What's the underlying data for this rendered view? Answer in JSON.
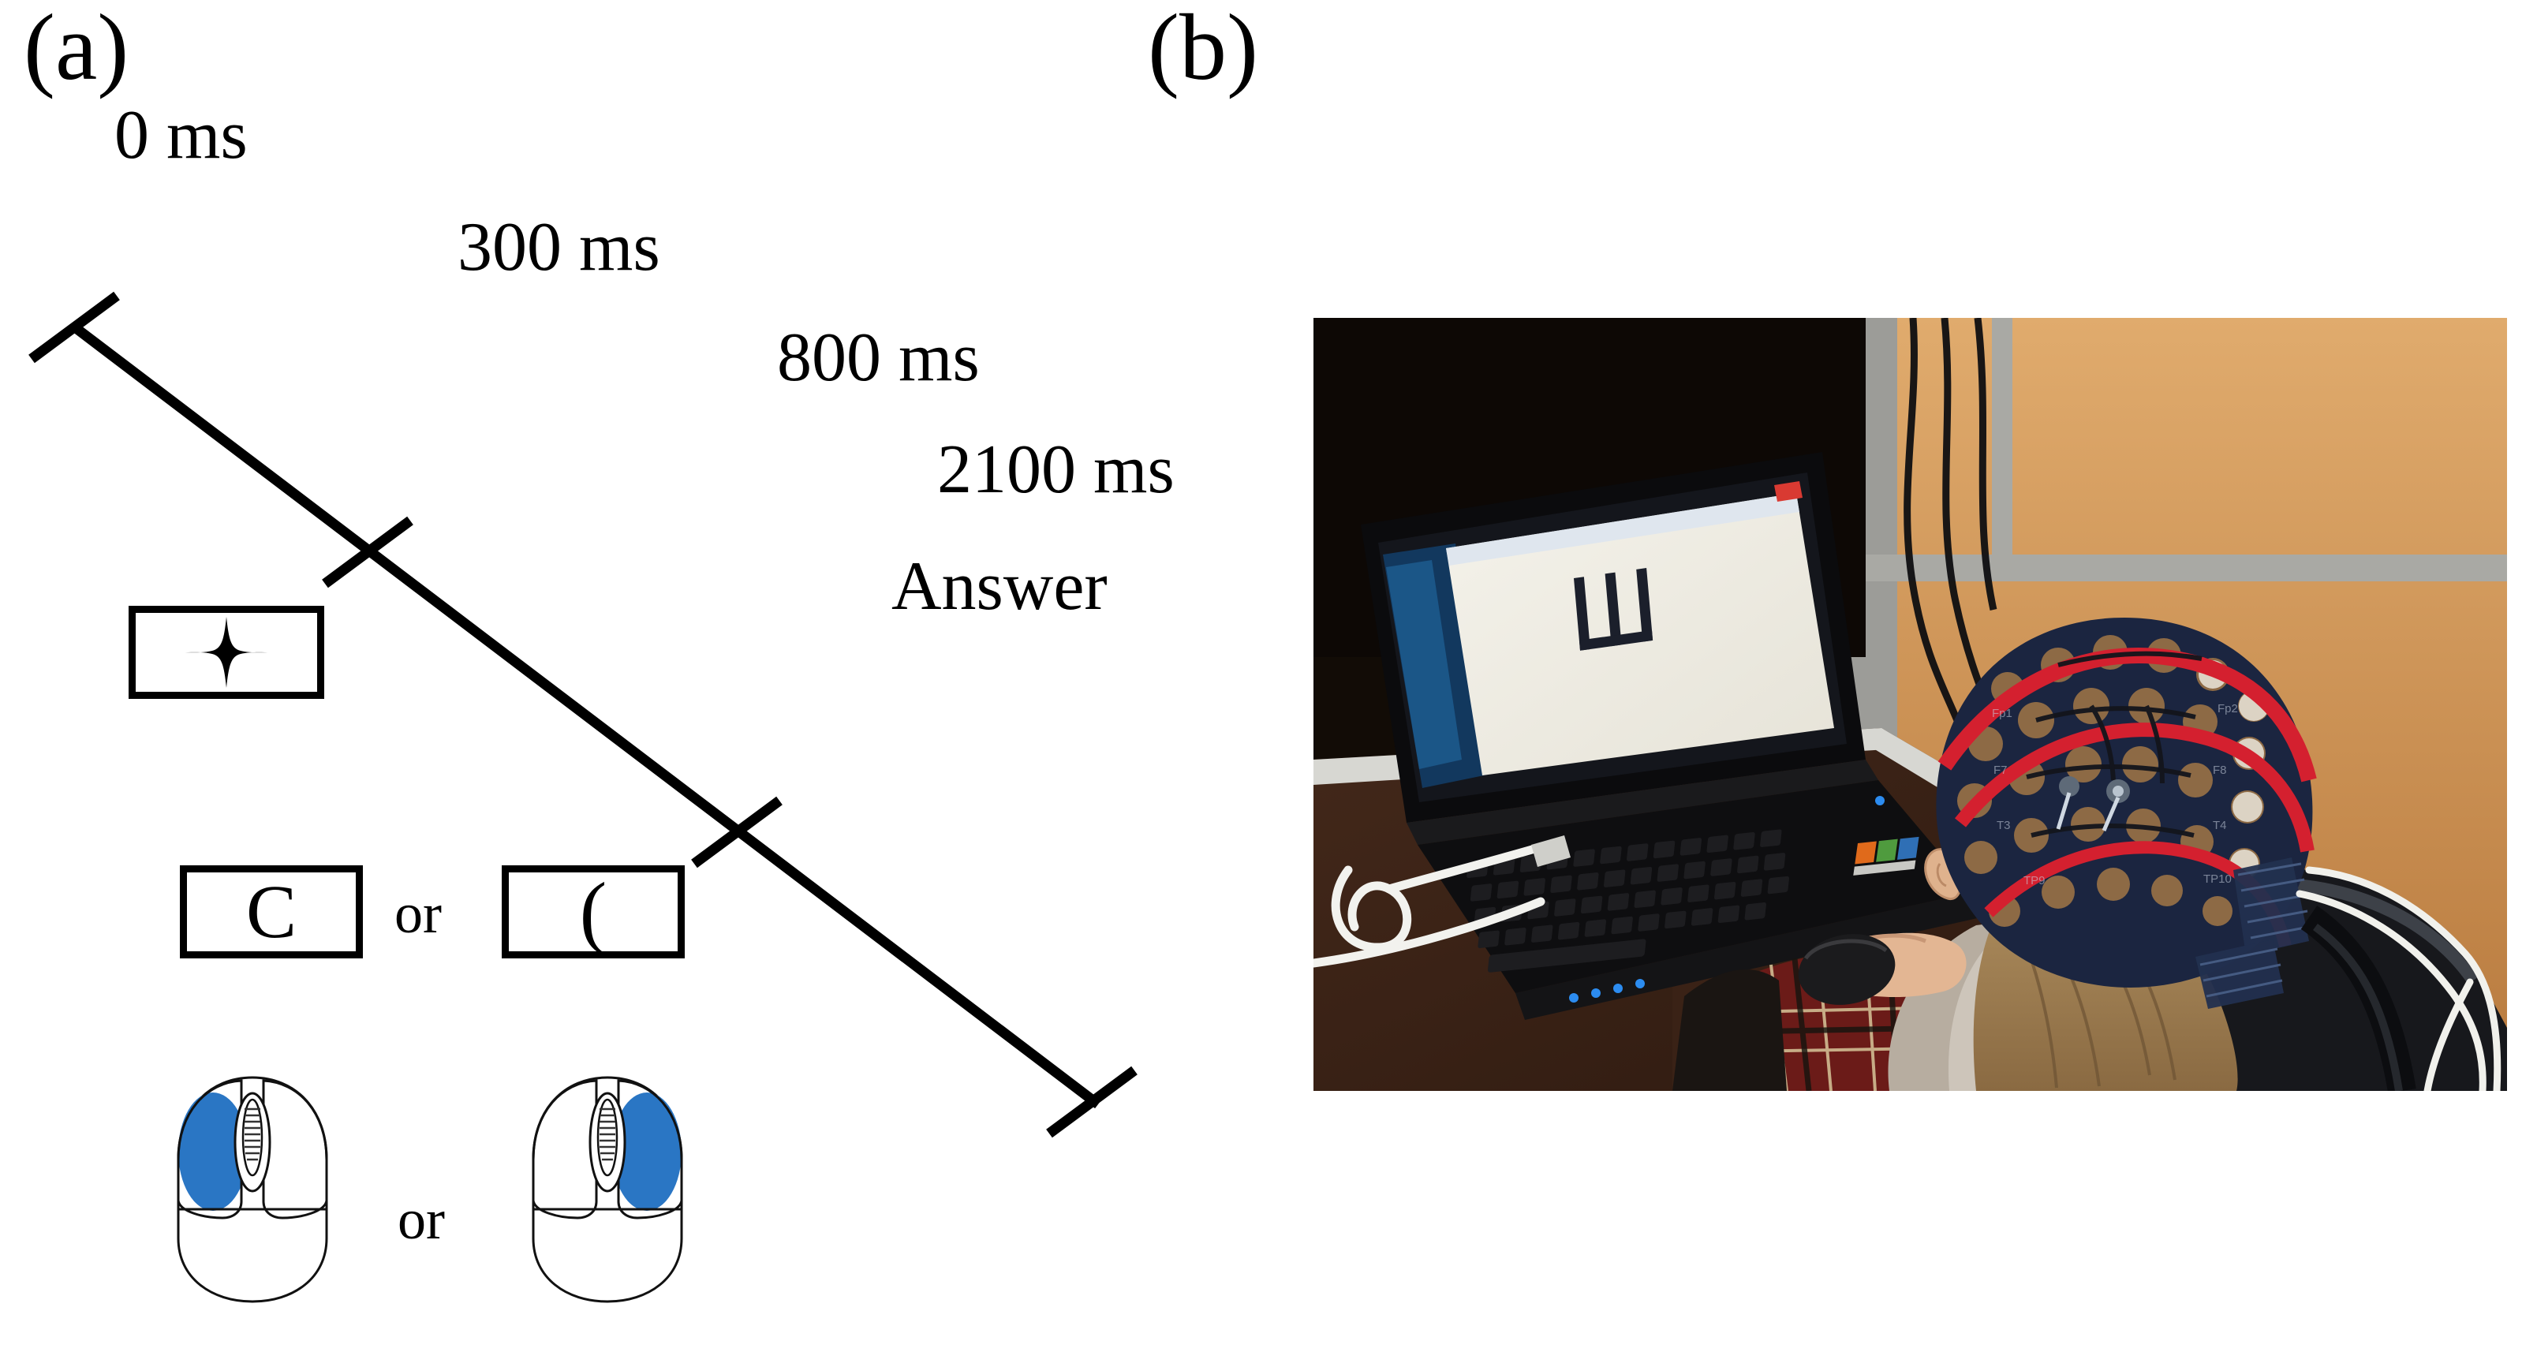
{
  "figure": {
    "panel_a_label": "(a)",
    "panel_b_label": "(b)"
  },
  "timeline": {
    "marks": [
      {
        "id": "t0",
        "label": "0 ms"
      },
      {
        "id": "t300",
        "label": "300 ms"
      },
      {
        "id": "t800",
        "label": "800 ms"
      },
      {
        "id": "t2100",
        "label": "2100 ms"
      }
    ],
    "end_label": "Answer"
  },
  "stimuli": {
    "fixation": {
      "icon": "four-point-star-icon",
      "glyph": "✦"
    },
    "target_letter": "C",
    "target_symbol": "(",
    "or_stimulus": "or",
    "or_response": "or"
  },
  "response": {
    "left_mouse": {
      "icon": "mouse-left-button-icon",
      "highlighted_button": "left"
    },
    "right_mouse": {
      "icon": "mouse-right-button-icon",
      "highlighted_button": "right"
    },
    "highlight_color": "#2a76c4"
  },
  "photo": {
    "screen_stimulus": "Ш",
    "caption_alt": "participant wearing EEG cap seated at desk facing laptop, holding mouse"
  },
  "colors": {
    "ink": "#000000",
    "paper": "#ffffff",
    "mouse_highlight": "#2a76c4",
    "eeg_cap": "#1b2540",
    "eeg_stripe": "#d4202f",
    "desk": "#4a2c1d",
    "wall": "#cf9356"
  }
}
